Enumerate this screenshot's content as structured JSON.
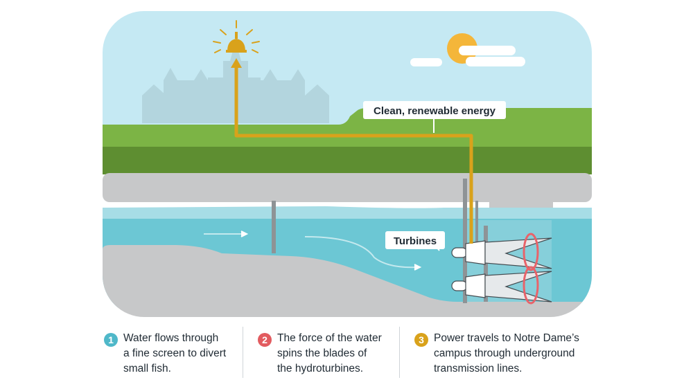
{
  "diagram": {
    "labels": {
      "energy": "Clean, renewable energy",
      "turbines": "Turbines"
    },
    "colors": {
      "sky": "#c5e9f3",
      "grass_top": "#7cb445",
      "grass_dark": "#5e8e31",
      "concrete": "#c7c8c9",
      "water": "#6cc7d4",
      "power_line": "#d9a21b",
      "turbine_ring": "#e8636a",
      "sun": "#f4b63a"
    }
  },
  "steps": [
    {
      "number": "1",
      "color": "#4fb8c9",
      "text": "Water flows through\na fine screen to divert\nsmall fish."
    },
    {
      "number": "2",
      "color": "#e25b5f",
      "text": "The force of the water\nspins the blades of\nthe hydroturbines."
    },
    {
      "number": "3",
      "color": "#d9a21b",
      "text": "Power travels to Notre Dame’s\ncampus through underground\ntransmission lines."
    }
  ]
}
